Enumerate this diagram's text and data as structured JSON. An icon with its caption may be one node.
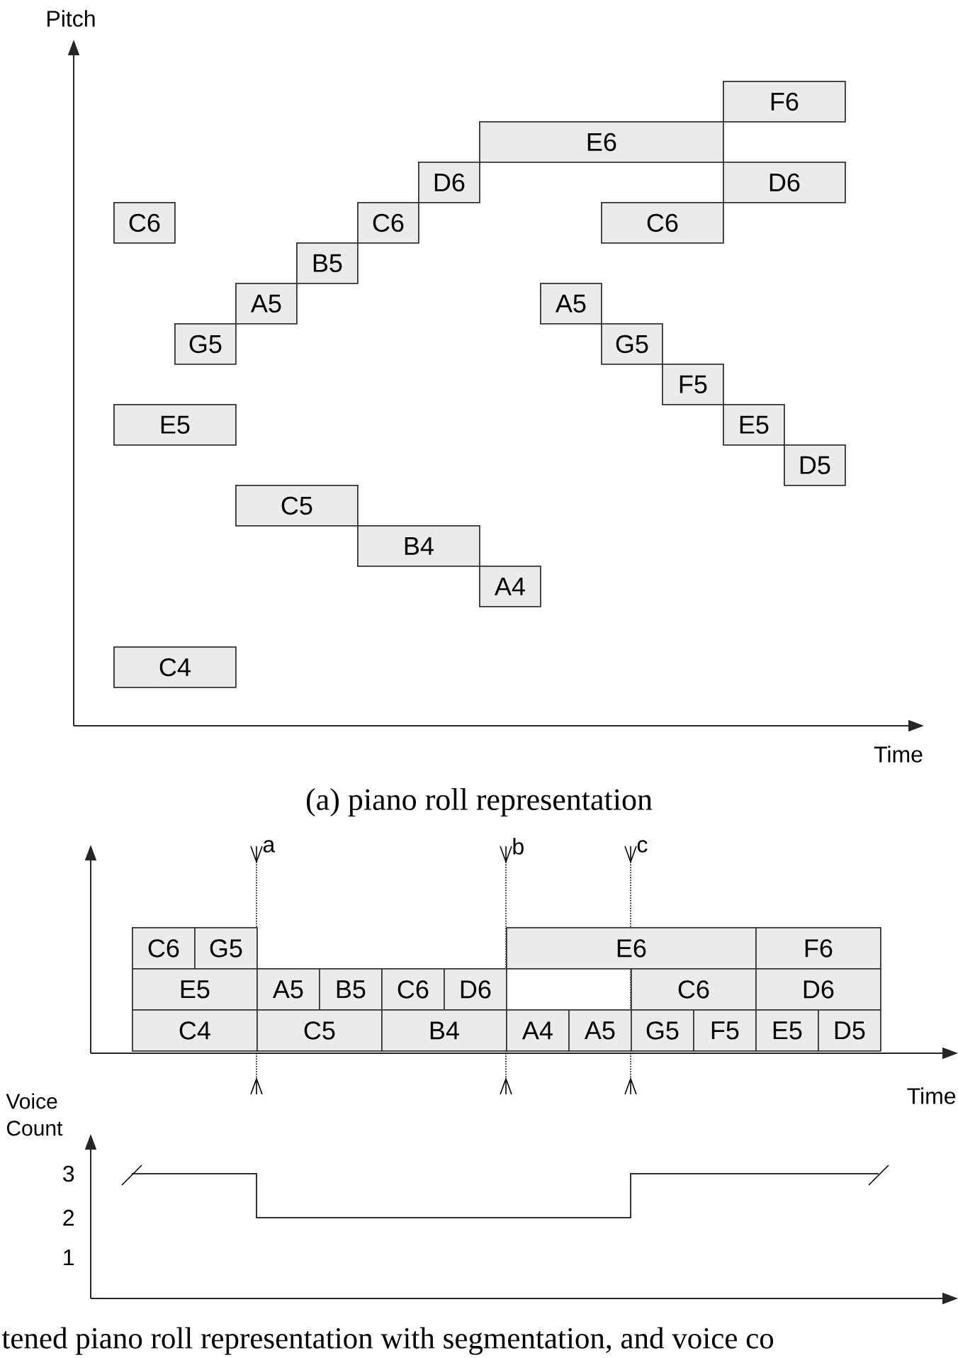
{
  "diagram": {
    "nodes": [
      {
        "text": [
          "F6"
        ]
      },
      {
        "text": [
          "E6"
        ]
      },
      {
        "text": [
          "D6"
        ]
      },
      {
        "text": [
          "D6"
        ]
      },
      {
        "text": [
          "C6"
        ]
      },
      {
        "text": [
          "C6"
        ]
      },
      {
        "text": [
          "C6"
        ]
      },
      {
        "text": [
          "B5"
        ]
      },
      {
        "text": [
          "A5"
        ]
      },
      {
        "text": [
          "A5"
        ]
      },
      {
        "text": [
          "G5"
        ]
      },
      {
        "text": [
          "G5"
        ]
      },
      {
        "text": [
          "F5"
        ]
      },
      {
        "text": [
          "E5"
        ]
      },
      {
        "text": [
          "E5"
        ]
      },
      {
        "text": [
          "D5"
        ]
      },
      {
        "text": [
          "C5"
        ]
      },
      {
        "text": [
          "B4"
        ]
      },
      {
        "text": [
          "A4"
        ]
      },
      {
        "text": [
          "C4"
        ]
      },
      {
        "text": [
          "C6"
        ]
      },
      {
        "text": [
          "G5"
        ]
      },
      {
        "text": [
          "E6"
        ]
      },
      {
        "text": [
          "F6"
        ]
      },
      {
        "text": [
          "E5"
        ]
      },
      {
        "text": [
          "A5"
        ]
      },
      {
        "text": [
          "B5"
        ]
      },
      {
        "text": [
          "C6"
        ]
      },
      {
        "text": [
          "D6"
        ]
      },
      {
        "text": [
          "C6"
        ]
      },
      {
        "text": [
          "D6"
        ]
      },
      {
        "text": [
          "C4"
        ]
      },
      {
        "text": [
          "C5"
        ]
      },
      {
        "text": [
          "B4"
        ]
      },
      {
        "text": [
          "A4"
        ]
      },
      {
        "text": [
          "A5"
        ]
      },
      {
        "text": [
          "G5"
        ]
      },
      {
        "text": [
          "F5"
        ]
      },
      {
        "text": [
          "E5"
        ]
      },
      {
        "text": [
          "D5"
        ]
      }
    ],
    "labels": [
      "Pitch",
      "Time",
      "(a) piano roll representation",
      "a",
      "b",
      "c",
      "Time",
      "Voice Count",
      "3",
      "2",
      "1",
      "tened piano roll representation with segmentation, and voice co"
    ]
  }
}
